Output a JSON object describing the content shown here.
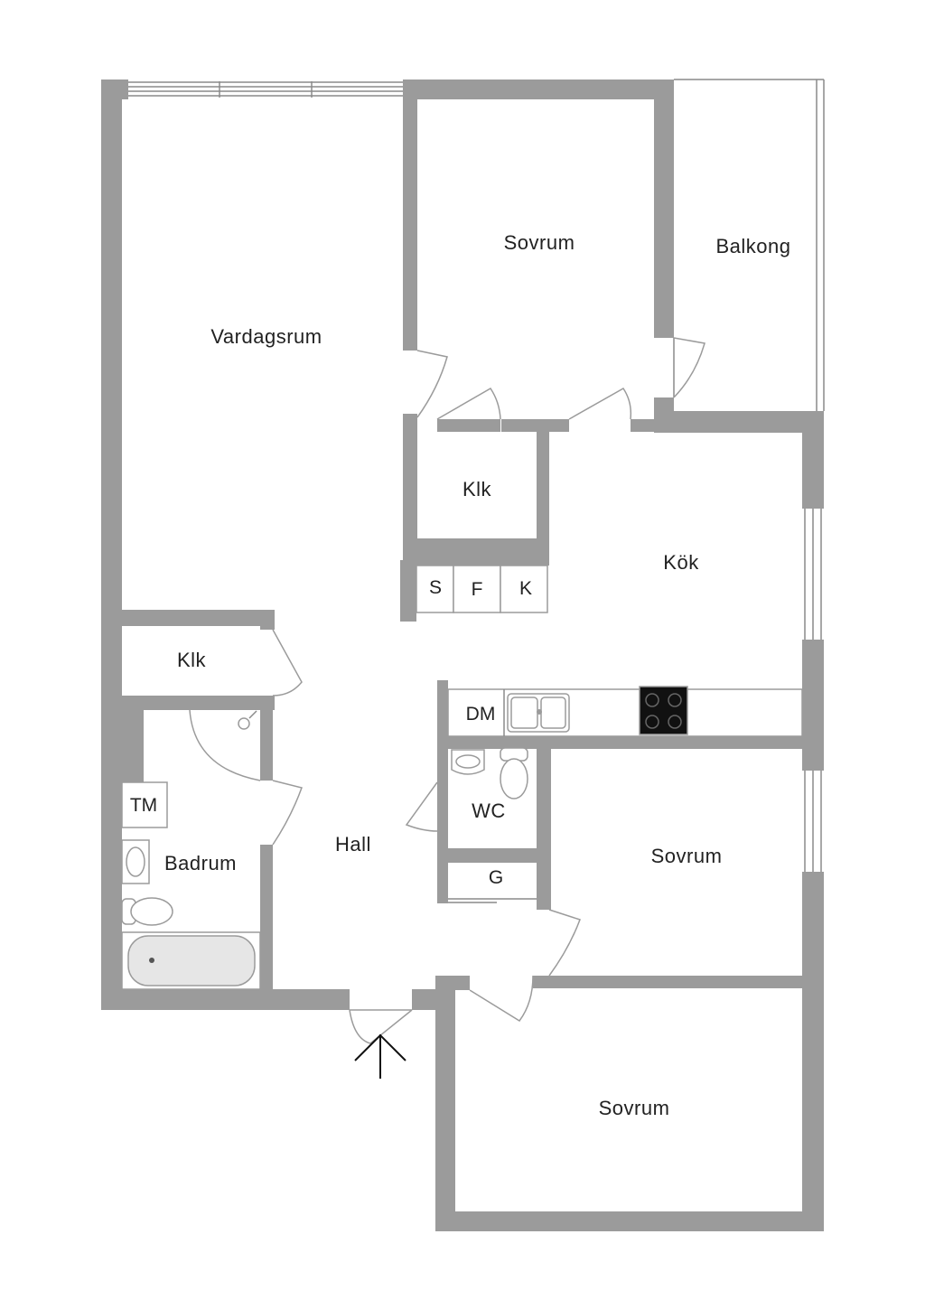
{
  "colors": {
    "wall": "#9b9b9b",
    "background": "#ffffff",
    "text": "#222222",
    "stove": "#111111"
  },
  "rooms": {
    "vardagsrum": "Vardagsrum",
    "sovrum_top": "Sovrum",
    "balkong": "Balkong",
    "klk_center": "Klk",
    "kok": "Kök",
    "klk_left": "Klk",
    "hall": "Hall",
    "badrum": "Badrum",
    "wc": "WC",
    "sovrum_right": "Sovrum",
    "sovrum_bottom": "Sovrum"
  },
  "fixtures": {
    "s": "S",
    "f": "F",
    "k": "K",
    "dm": "DM",
    "tm": "TM",
    "g": "G"
  },
  "icons": [
    "entrance-arrow-icon",
    "sink-icon",
    "stove-icon",
    "toilet-icon",
    "bathtub-icon",
    "washbasin-icon",
    "shower-icon"
  ]
}
